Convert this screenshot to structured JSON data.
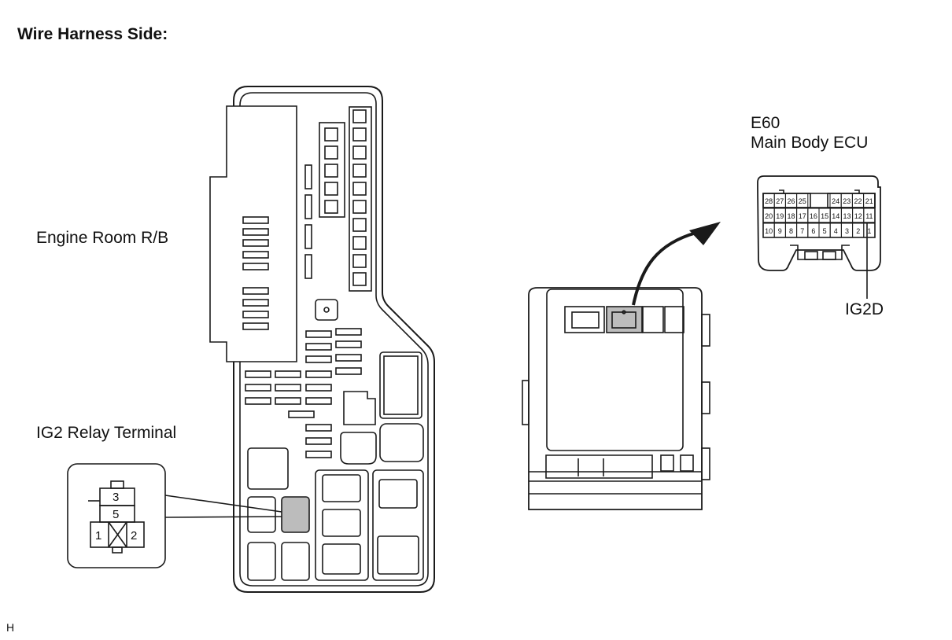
{
  "title": "Wire Harness Side:",
  "labels": {
    "engine_room_rb": "Engine Room R/B",
    "ig2_relay_terminal": "IG2 Relay Terminal",
    "connector_code": "E60",
    "connector_name": "Main Body ECU",
    "terminal_ig2d": "IG2D",
    "footer_code": "H"
  },
  "relay_terminals": {
    "t3": "3",
    "t5": "5",
    "t1": "1",
    "t2": "2"
  },
  "ecu_pins": {
    "row1_left": [
      "28",
      "27",
      "26",
      "25"
    ],
    "row1_right": [
      "24",
      "23",
      "22",
      "21"
    ],
    "row2": [
      "20",
      "19",
      "18",
      "17",
      "16",
      "15",
      "14",
      "13",
      "12",
      "11"
    ],
    "row3": [
      "10",
      "9",
      "8",
      "7",
      "6",
      "5",
      "4",
      "3",
      "2",
      "1"
    ]
  },
  "colors": {
    "line": "#1a1a1a",
    "highlight_fill": "#bcbcbc"
  }
}
